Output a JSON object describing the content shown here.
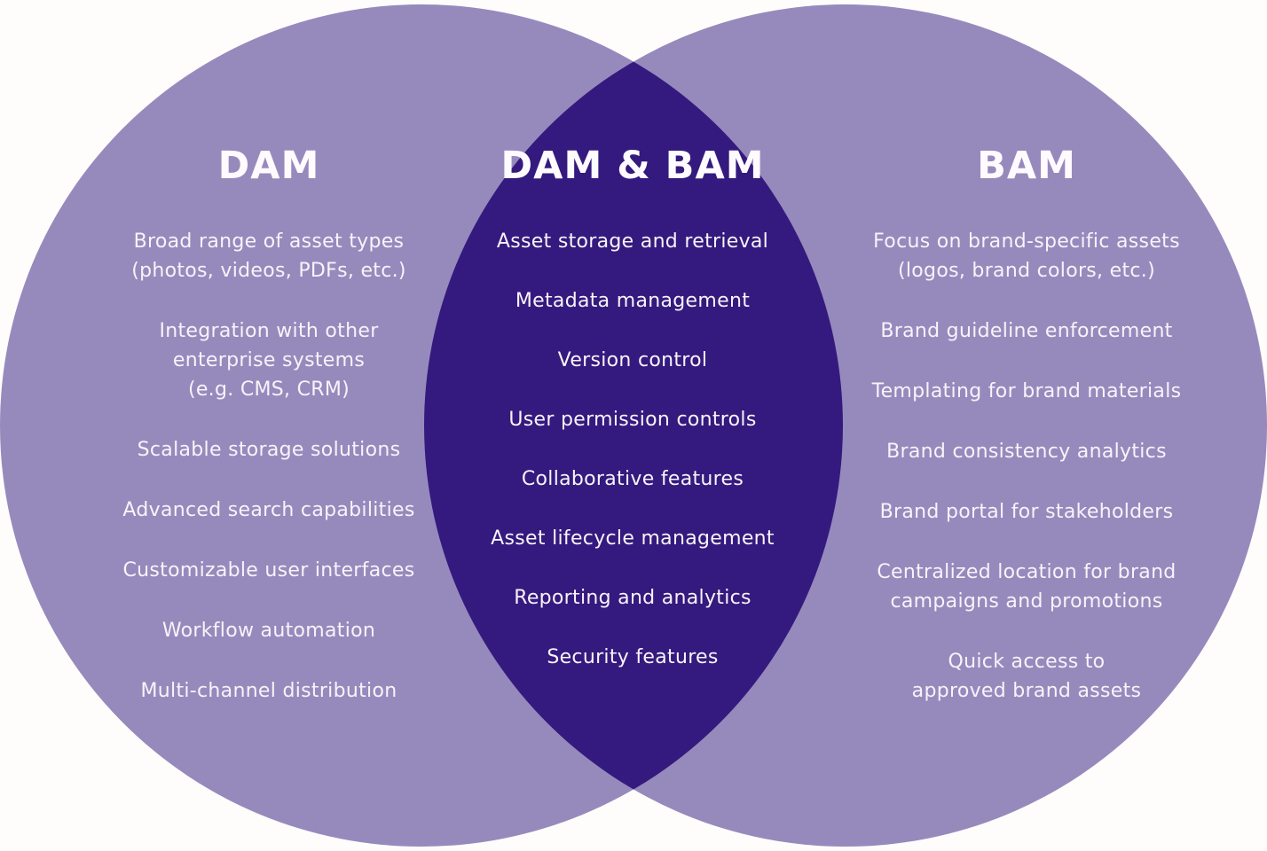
{
  "diagram": {
    "type": "venn",
    "colors": {
      "background": "#FEFDFC",
      "circle": "#968ABD",
      "overlap": "#341A7E",
      "text": "#F7F3F8",
      "title_text": "#FDFBFE"
    },
    "left": {
      "title": "DAM",
      "items": [
        [
          "Broad range of asset types",
          "(photos, videos, PDFs, etc.)"
        ],
        [
          "Integration with other",
          "enterprise systems",
          "(e.g. CMS, CRM)"
        ],
        [
          "Scalable storage solutions"
        ],
        [
          "Advanced search capabilities"
        ],
        [
          "Customizable user interfaces"
        ],
        [
          "Workflow automation"
        ],
        [
          "Multi-channel distribution"
        ]
      ]
    },
    "center": {
      "title": "DAM & BAM",
      "items": [
        [
          "Asset storage and retrieval"
        ],
        [
          "Metadata management"
        ],
        [
          "Version control"
        ],
        [
          "User permission controls"
        ],
        [
          "Collaborative features"
        ],
        [
          "Asset lifecycle management"
        ],
        [
          "Reporting and analytics"
        ],
        [
          "Security features"
        ]
      ]
    },
    "right": {
      "title": "BAM",
      "items": [
        [
          "Focus on brand-specific assets",
          "(logos, brand colors, etc.)"
        ],
        [
          "Brand guideline enforcement"
        ],
        [
          "Templating for brand materials"
        ],
        [
          "Brand consistency analytics"
        ],
        [
          "Brand portal for stakeholders"
        ],
        [
          "Centralized location for brand",
          "campaigns and promotions"
        ],
        [
          "Quick access to",
          "approved brand assets"
        ]
      ]
    }
  }
}
